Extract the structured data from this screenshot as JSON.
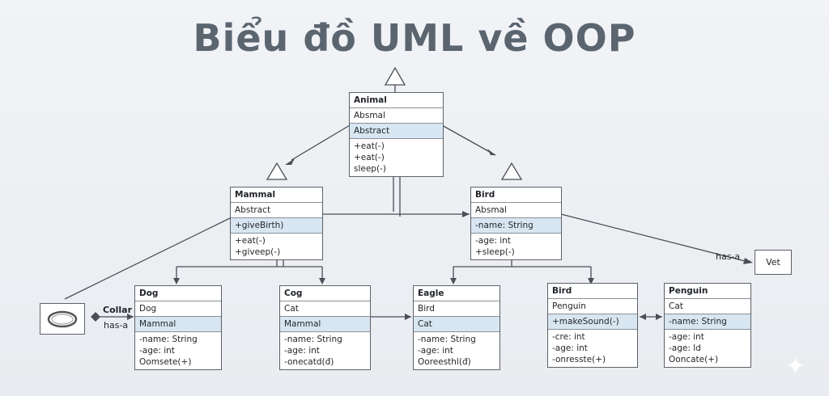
{
  "title": "Biểu đồ UML về OOP",
  "classes": {
    "animal": {
      "name": "Animal",
      "r1": "Absmal",
      "r2": "Abstract",
      "ops": [
        "+eat(-)",
        "+eat(-)",
        "sleep(-)"
      ]
    },
    "mammal": {
      "name": "Mammal",
      "r1": "Abstract",
      "r2": "+giveBirth)",
      "ops": [
        "+eat(-)",
        "+giveep(-)"
      ]
    },
    "bird_top": {
      "name": "Bird",
      "r1": "Absmal",
      "r2": "-name: String",
      "ops": [
        "-age: int",
        "+sleep(-)"
      ]
    },
    "dog": {
      "name": "Dog",
      "r1": "Dog",
      "r2": "Mammal",
      "ops": [
        "-name: String",
        "-age: int",
        "Oomsete(+)"
      ]
    },
    "cog": {
      "name": "Cog",
      "r1": "Cat",
      "r2": "Mammal",
      "ops": [
        "-name: String",
        "-age: int",
        "-onecatd(đ)"
      ]
    },
    "eagle": {
      "name": "Eagle",
      "r1": "Bird",
      "r2": "Cat",
      "ops": [
        "-name: String",
        "-age: int",
        "Ooreesthl(đ)"
      ]
    },
    "bird2": {
      "name": "Bird",
      "r1": "Penguin",
      "r2": "+makeSound(-)",
      "ops": [
        "-cre: int",
        "-age: int",
        "-onresste(+)"
      ]
    },
    "penguin": {
      "name": "Penguin",
      "r1": "Cat",
      "r2": "-name: String",
      "ops": [
        "-age: int",
        "-age: ld",
        "Ooncate(+)"
      ]
    }
  },
  "vet": "Vet",
  "labels": {
    "collar": "Collar",
    "has_a_left": "has-a",
    "has_a_right": "has-a"
  },
  "colors": {
    "highlight": "#d8e6f2",
    "border": "#5d6168",
    "title": "#5b6570"
  }
}
